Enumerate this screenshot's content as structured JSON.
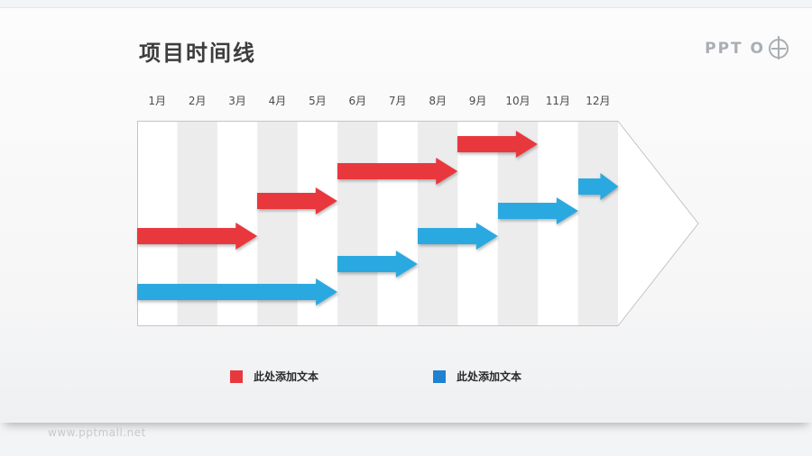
{
  "page": {
    "title": "项目时间线",
    "logo_text": "PPT O",
    "watermark": "www.pptmall.net"
  },
  "months": [
    "1月",
    "2月",
    "3月",
    "4月",
    "5月",
    "6月",
    "7月",
    "8月",
    "9月",
    "10月",
    "11月",
    "12月"
  ],
  "legend": [
    {
      "label": "此处添加文本",
      "color": "#e8383e"
    },
    {
      "label": "此处添加文本",
      "color": "#1e81d1"
    }
  ],
  "colors": {
    "red": "#e8383e",
    "blue": "#2aa9e0",
    "stripe": "#ececec",
    "pentagon_fill": "#ffffff",
    "pentagon_border": "#c4c4c4"
  },
  "chart_data": {
    "type": "timeline",
    "title": "项目时间线",
    "categories": [
      "1月",
      "2月",
      "3月",
      "4月",
      "5月",
      "6月",
      "7月",
      "8月",
      "9月",
      "10月",
      "11月",
      "12月"
    ],
    "axis": {
      "unit": "month",
      "range": [
        1,
        12
      ]
    },
    "legend_position": "bottom",
    "series": [
      {
        "name": "red-tasks",
        "color": "#e8383e",
        "bars": [
          {
            "start_month": 9,
            "end_month": 10,
            "top": 11
          },
          {
            "start_month": 6,
            "end_month": 8,
            "top": 41
          },
          {
            "start_month": 4,
            "end_month": 5,
            "top": 74
          },
          {
            "start_month": 1,
            "end_month": 3,
            "top": 113
          }
        ]
      },
      {
        "name": "blue-tasks",
        "color": "#2aa9e0",
        "bars": [
          {
            "start_month": 12,
            "end_month": 12,
            "top": 58
          },
          {
            "start_month": 10,
            "end_month": 11,
            "top": 85
          },
          {
            "start_month": 8,
            "end_month": 9,
            "top": 113
          },
          {
            "start_month": 6,
            "end_month": 7,
            "top": 144
          },
          {
            "start_month": 1,
            "end_month": 5,
            "top": 175
          }
        ]
      }
    ]
  }
}
